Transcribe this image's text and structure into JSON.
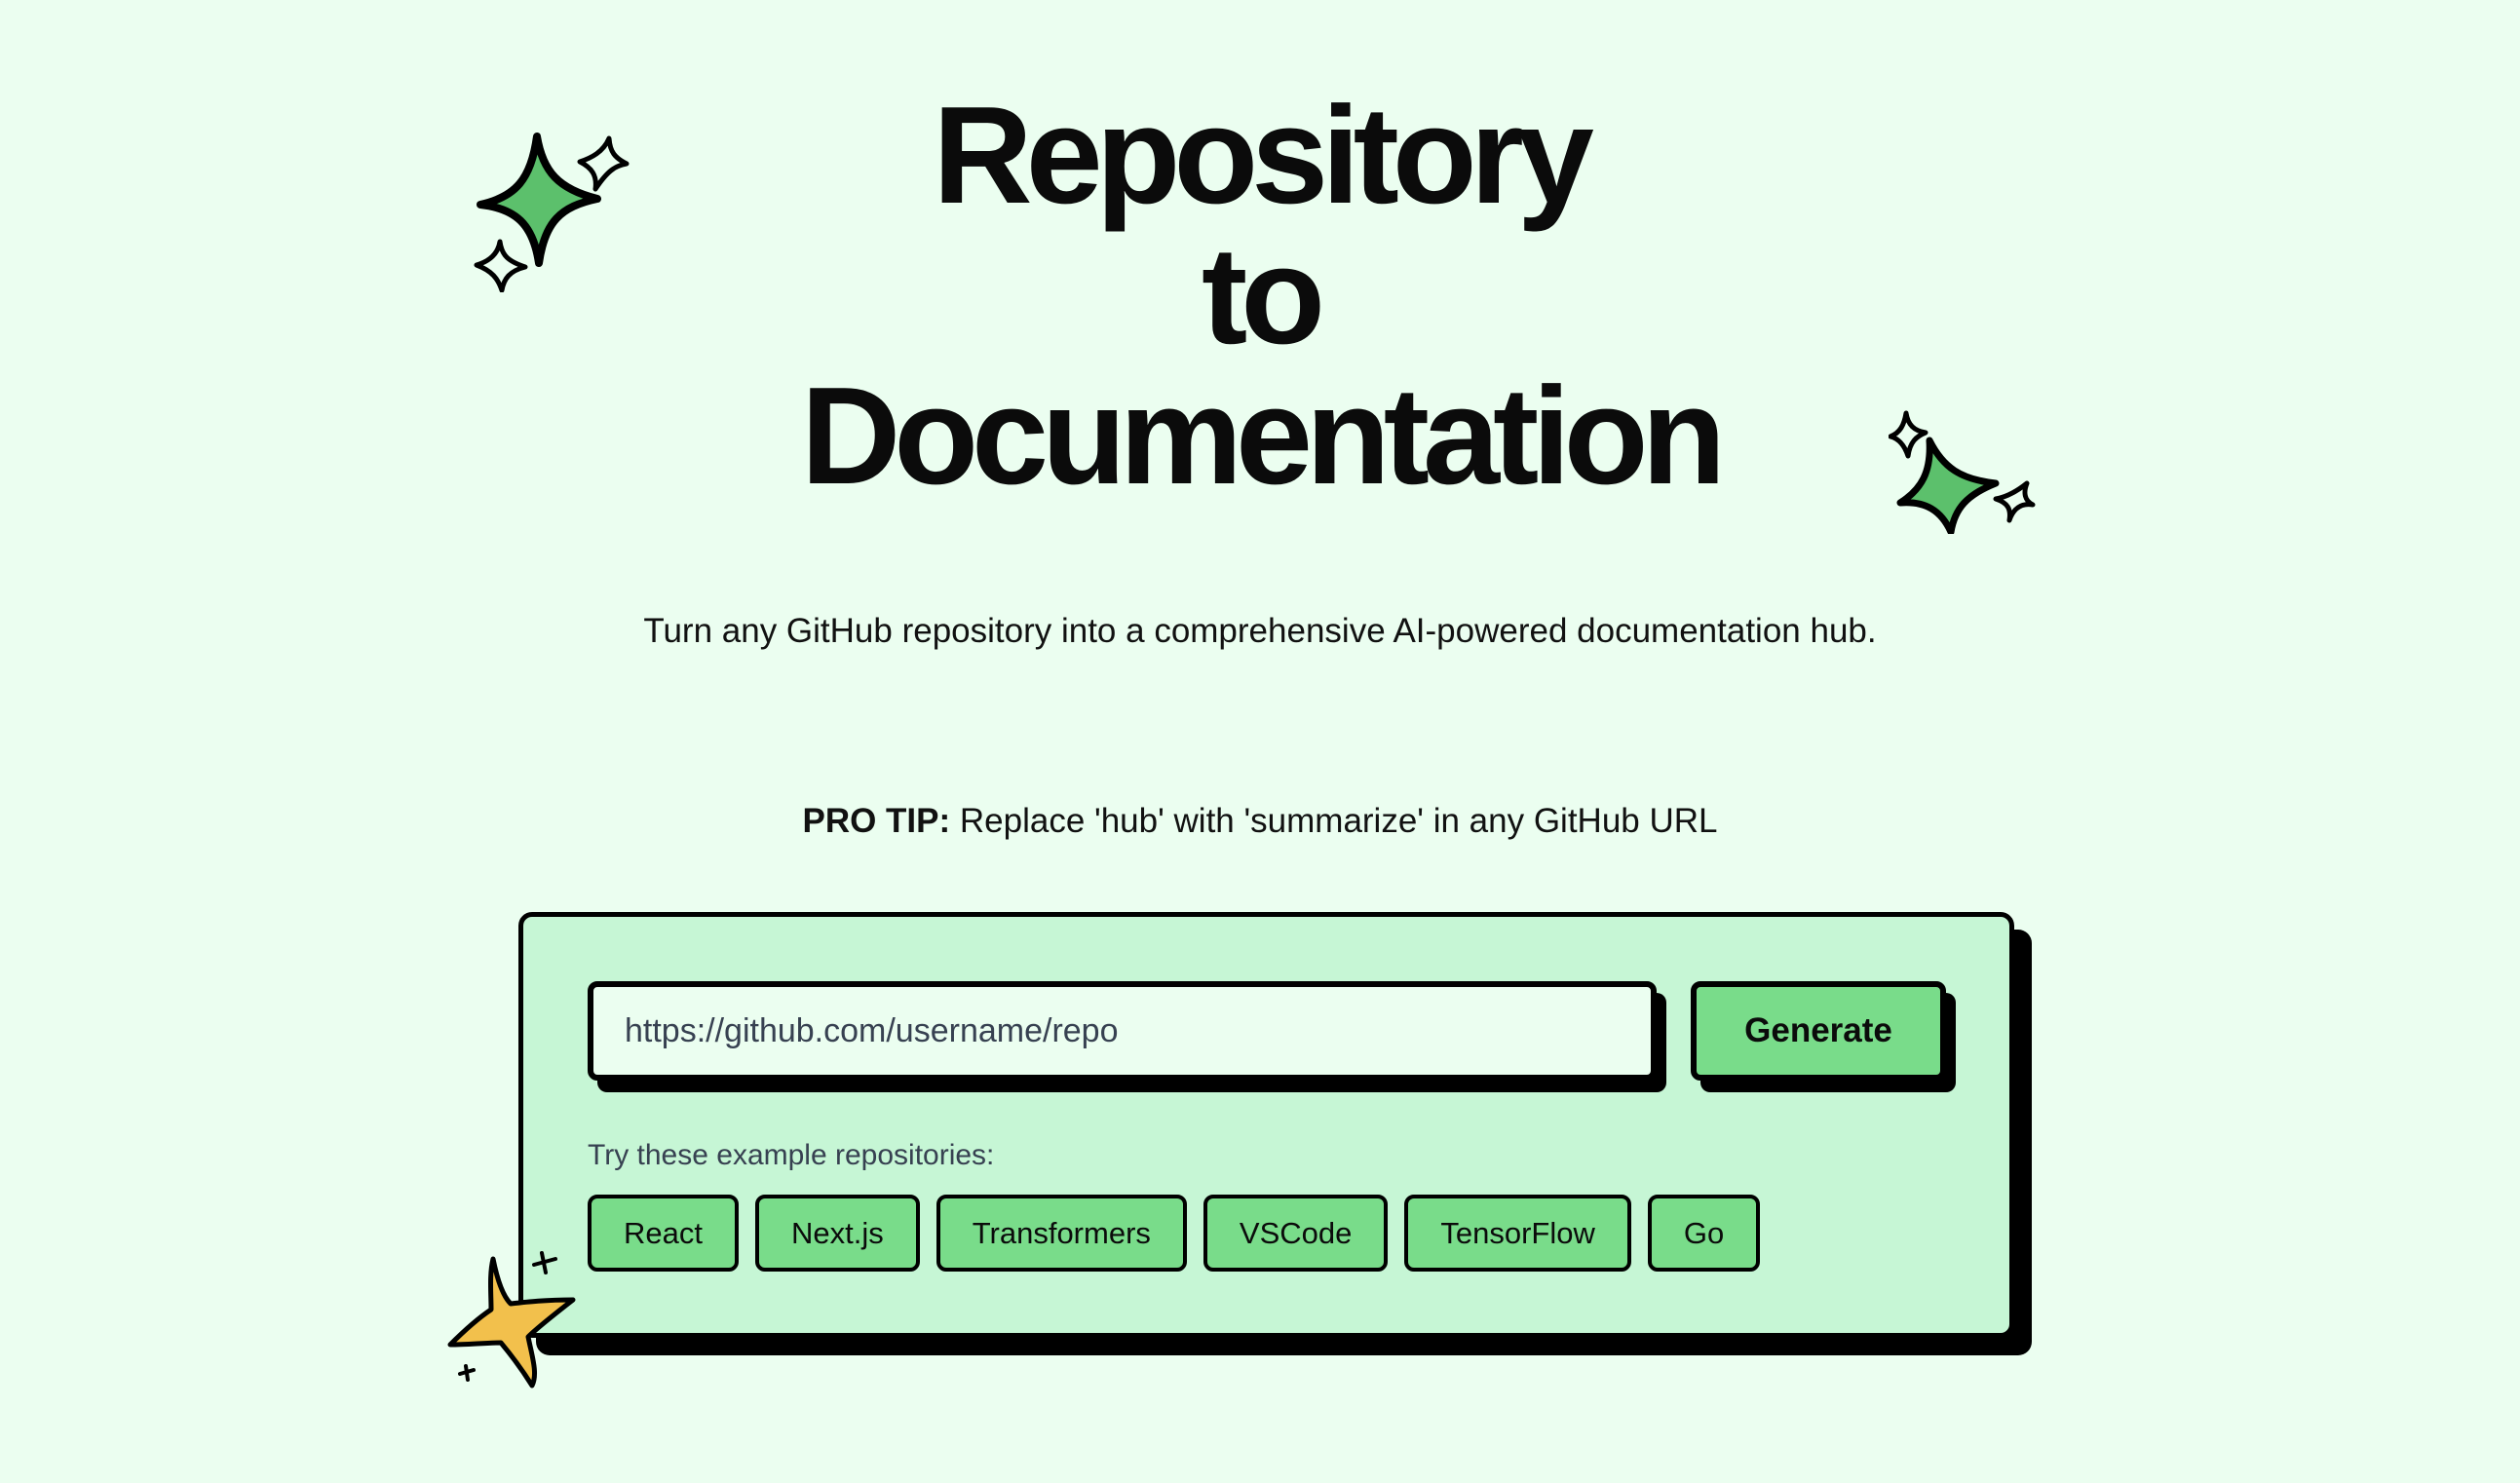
{
  "hero": {
    "title_lines": [
      "Repository",
      "to",
      "Documentation"
    ],
    "subtitle": "Turn any GitHub repository into a comprehensive AI-powered documentation hub.",
    "protip_label": "PRO TIP:",
    "protip_text": " Replace 'hub' with 'summarize' in any GitHub URL"
  },
  "form": {
    "url_placeholder": "https://github.com/username/repo",
    "generate_label": "Generate",
    "examples_label": "Try these example repositories:",
    "examples": [
      "React",
      "Next.js",
      "Transformers",
      "VSCode",
      "TensorFlow",
      "Go"
    ]
  },
  "decorations": {
    "sparkle_top_left": "green-sparkles-icon",
    "sparkle_right": "green-sparkles-icon",
    "sparkle_card": "yellow-star-icon"
  },
  "colors": {
    "page_bg": "#ebfef0",
    "card_bg": "#c6f6d5",
    "button_bg": "#79dc8a",
    "sparkle_green": "#5cc06c",
    "star_yellow": "#f2c04c",
    "text_dark": "#0b0b0b",
    "text_muted": "#374151"
  }
}
